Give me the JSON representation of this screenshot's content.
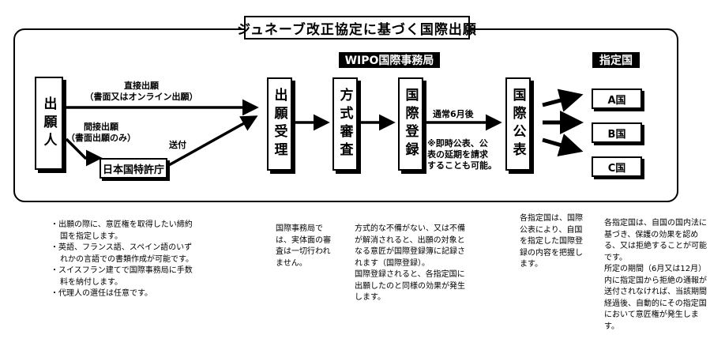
{
  "title": "ジュネーブ改正協定に基づく国際出願",
  "banner_wipo": "WIPO国際事務局",
  "banner_designated": "指定国",
  "boxes": {
    "applicant": "出願人",
    "receipt": "出願受理",
    "formal_exam": "方式審査",
    "intl_registration": "国際登録",
    "intl_publication": "国際公表",
    "jpo": "日本国特許庁",
    "country_a": "A国",
    "country_b": "B国",
    "country_c": "C国"
  },
  "labels": {
    "direct_line1": "直接出願",
    "direct_line2": "（書面又はオンライン出願）",
    "indirect_line1": "間接出願",
    "indirect_line2": "（書面出願のみ）",
    "transmit": "送付",
    "six_months": "通常6月後",
    "note_line1": "※即時公表、公",
    "note_line2": "表の延期を請求",
    "note_line3": "することも可能。"
  },
  "descriptions": {
    "applicant": [
      "・出願の際に、意匠権を取得したい締約国を指定します。",
      "・英語、フランス語、スペイン語のいずれかの言語での書類作成が可能です。",
      "・スイスフラン建てで国際事務局に手数料を納付します。",
      "・代理人の選任は任意です。"
    ],
    "wipo": "国際事務局では、実体面の審査は一切行われません。",
    "registration": [
      "方式的な不備がない、又は不備が解消されると、出願の対象となる意匠が国際登録簿に記録されます（国際登録）。",
      "国際登録されると、各指定国に出願したのと同様の効果が発生します。"
    ],
    "publication": "各指定国は、国際公表により、自国を指定した国際登録の内容を把握します。",
    "designated": [
      "各指定国は、自国の国内法に基づき、保護の効果を認める、又は拒絶することが可能です。",
      "所定の期間（6月又は12月）内に指定国から拒絶の通報が送付されなければ、当該期間経過後、自動的にその指定国において意匠権が発生します。"
    ]
  }
}
